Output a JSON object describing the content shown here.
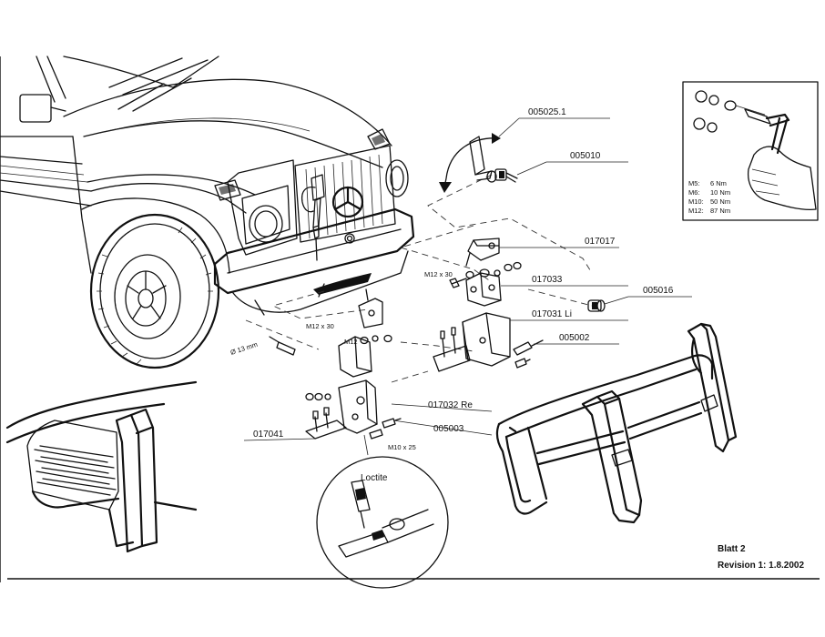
{
  "callouts": {
    "p005025_1": "005025.1",
    "p005010": "005010",
    "p017017": "017017",
    "p017033": "017033",
    "p005016": "005016",
    "p017031": "017031 Li",
    "p005002": "005002",
    "p017032": "017032 Re",
    "p005003": "005003",
    "p017041": "017041"
  },
  "bolt_labels": {
    "m12x30_right": "M12 x 30",
    "m12x30_left": "M12 x 30",
    "m12_small": "M12",
    "m10x25": "M10 x 25",
    "drill": "Ø 13 mm"
  },
  "loctite_label": "Loctite",
  "torque_table": [
    {
      "size": "M5:",
      "value": "6 Nm"
    },
    {
      "size": "M6:",
      "value": "10 Nm"
    },
    {
      "size": "M10:",
      "value": "50 Nm"
    },
    {
      "size": "M12:",
      "value": "87 Nm"
    }
  ],
  "footer": {
    "sheet": "Blatt 2",
    "revision": "Revision 1: 1.8.2002"
  }
}
